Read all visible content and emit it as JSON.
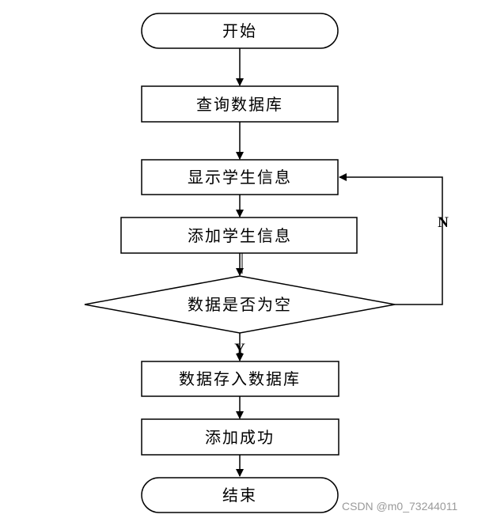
{
  "nodes": {
    "start": "开始",
    "query_db": "查询数据库",
    "show_students": "显示学生信息",
    "add_student": "添加学生信息",
    "is_empty": "数据是否为空",
    "save_db": "数据存入数据库",
    "add_success": "添加成功",
    "end": "结束"
  },
  "branches": {
    "yes": "Y",
    "no": "N"
  },
  "watermark": "CSDN @m0_73244011"
}
